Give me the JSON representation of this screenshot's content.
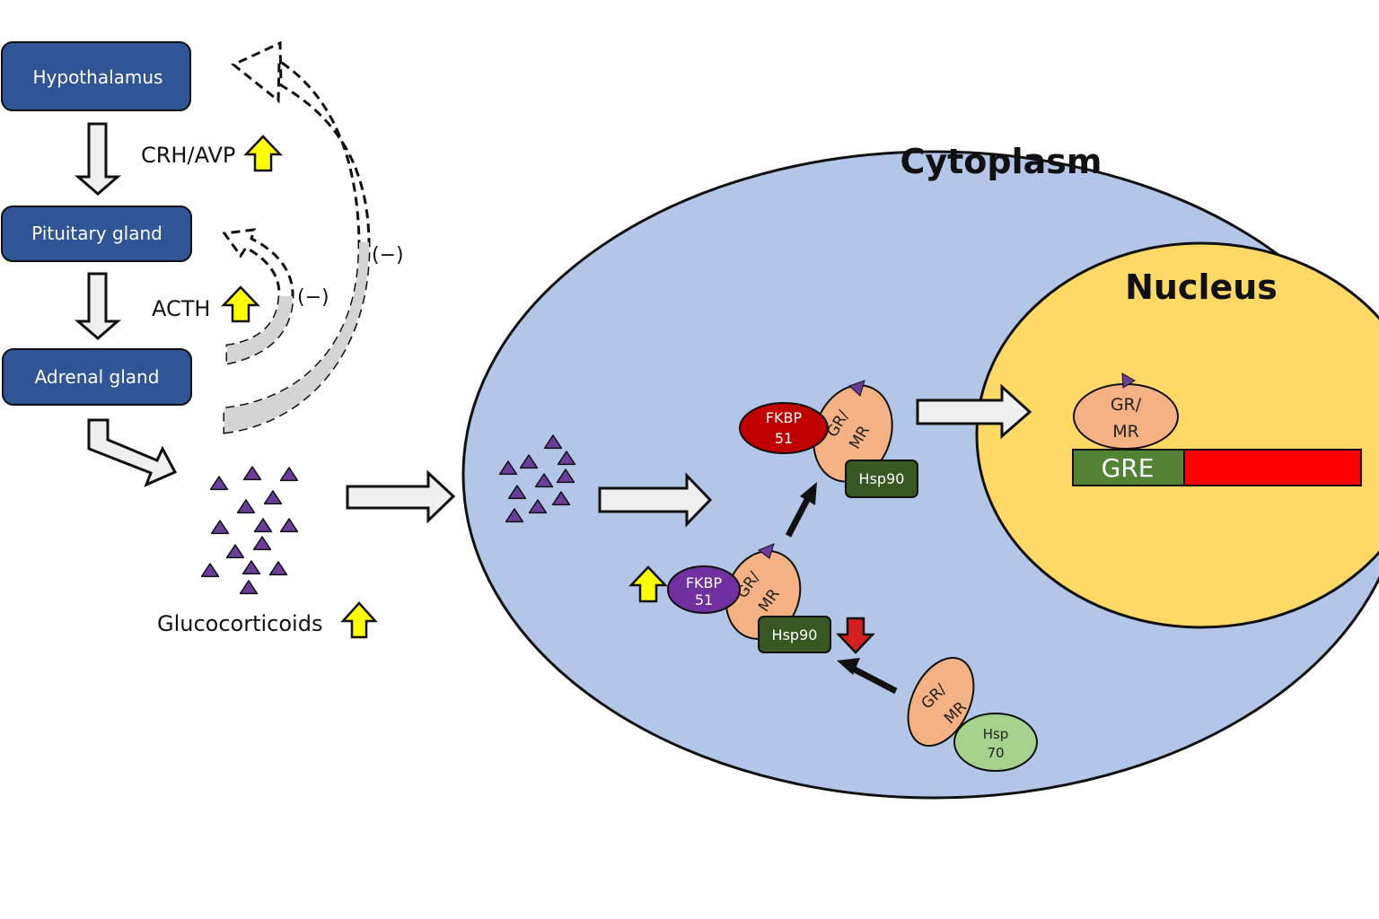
{
  "colors": {
    "organ_box": "#2f5596",
    "cytoplasm": "#b4c6e7",
    "nucleus": "#ffd966",
    "gr_mr": "#f4b183",
    "fkbp51_active": "#c00000",
    "fkbp51_induced": "#7030a0",
    "hsp90": "#385723",
    "hsp70": "#a9d18e",
    "gre": "#548235",
    "gene": "#ff0000",
    "glucocorticoid": "#6a3d9a",
    "increase_arrow": "#ffff00",
    "decrease_arrow": "#d42020"
  },
  "hpa_axis": {
    "organs": [
      {
        "id": "hypothalamus",
        "label": "Hypothalamus"
      },
      {
        "id": "pituitary",
        "label": "Pituitary gland"
      },
      {
        "id": "adrenal",
        "label": "Adrenal gland"
      }
    ],
    "hormones": [
      {
        "id": "crh",
        "label": "CRH/AVP",
        "change": "increase"
      },
      {
        "id": "acth",
        "label": "ACTH",
        "change": "increase"
      },
      {
        "id": "glucocorticoids",
        "label": "Glucocorticoids",
        "change": "increase"
      }
    ],
    "feedback": [
      {
        "id": "feedback-pituitary",
        "label": "(−)",
        "target": "Pituitary gland"
      },
      {
        "id": "feedback-hypothalamus",
        "label": "(−)",
        "target": "Hypothalamus"
      }
    ]
  },
  "cell": {
    "cytoplasm_label": "Cytoplasm",
    "nucleus_label": "Nucleus",
    "complexes": {
      "hsp70_complex": {
        "receptor": "GR/\nMR",
        "receptor_l1": "GR/",
        "receptor_l2": "MR",
        "chaperone_l1": "Hsp",
        "chaperone_l2": "70"
      },
      "induced_complex": {
        "fkbp_l1": "FKBP",
        "fkbp_l2": "51",
        "fkbp_change": "increase",
        "receptor_l1": "GR/",
        "receptor_l2": "MR",
        "hsp90": "Hsp90",
        "hsp90_change": "decrease"
      },
      "active_complex": {
        "fkbp_l1": "FKBP",
        "fkbp_l2": "51",
        "receptor_l1": "GR/",
        "receptor_l2": "MR",
        "hsp90": "Hsp90"
      },
      "nuclear": {
        "receptor_l1": "GR/",
        "receptor_l2": "MR",
        "gre": "GRE"
      }
    }
  }
}
